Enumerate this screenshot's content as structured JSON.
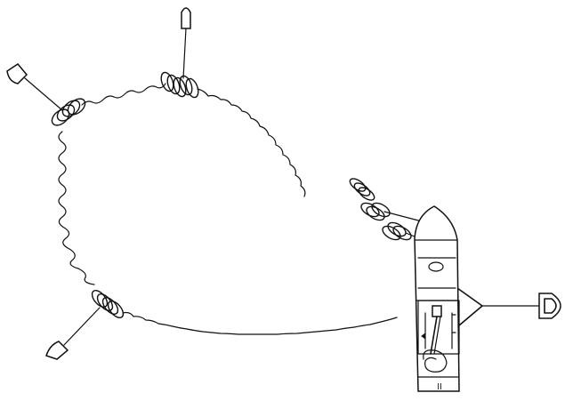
{
  "diagram": {
    "ship_marking": "II",
    "elements": [
      "ship",
      "cable-loop",
      "coil-clusters",
      "buoys",
      "anchor"
    ]
  },
  "colors": {
    "ink": "#111111",
    "paper": "#ffffff"
  }
}
